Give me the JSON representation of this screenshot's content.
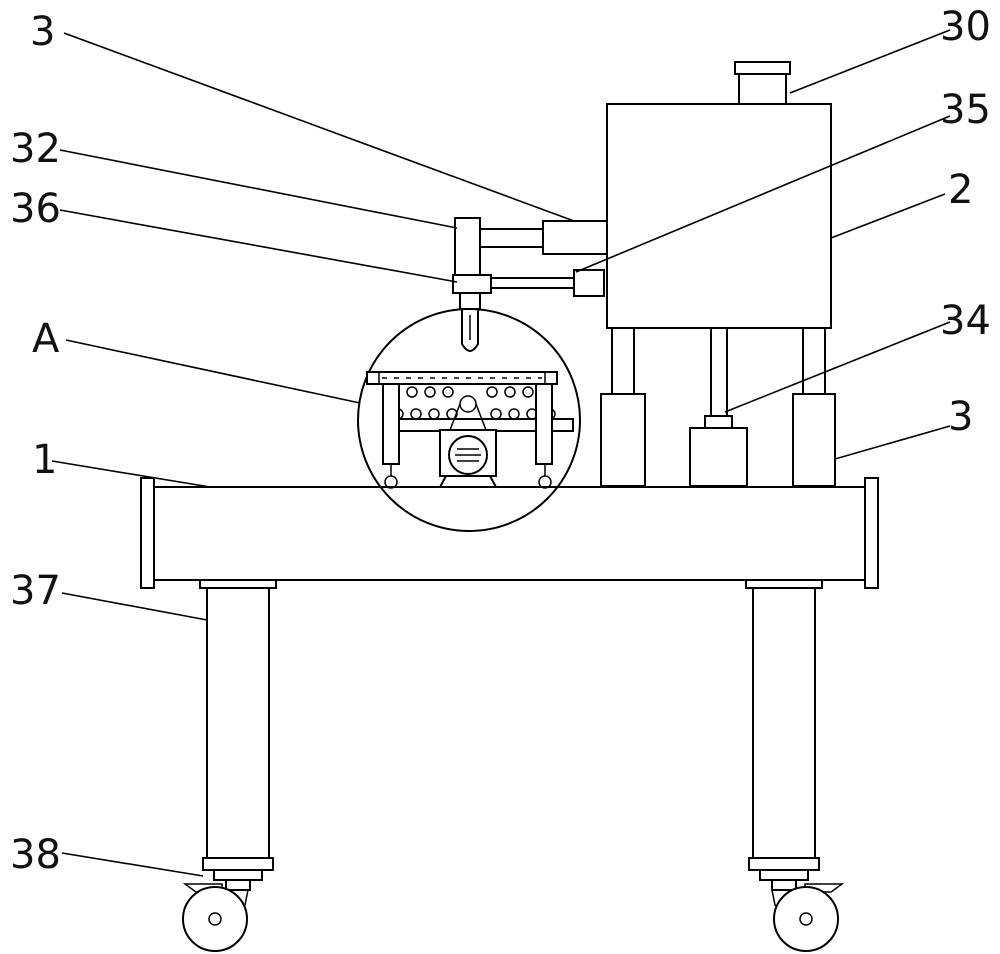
{
  "labels": {
    "top_left_3": "3",
    "l32": "32",
    "l36": "36",
    "lA": "A",
    "l1": "1",
    "l37": "37",
    "l38": "38",
    "l30": "30",
    "l35": "35",
    "l2": "2",
    "l34": "34",
    "right_3": "3"
  },
  "colors": {
    "line": "#000000",
    "background": "#ffffff"
  }
}
